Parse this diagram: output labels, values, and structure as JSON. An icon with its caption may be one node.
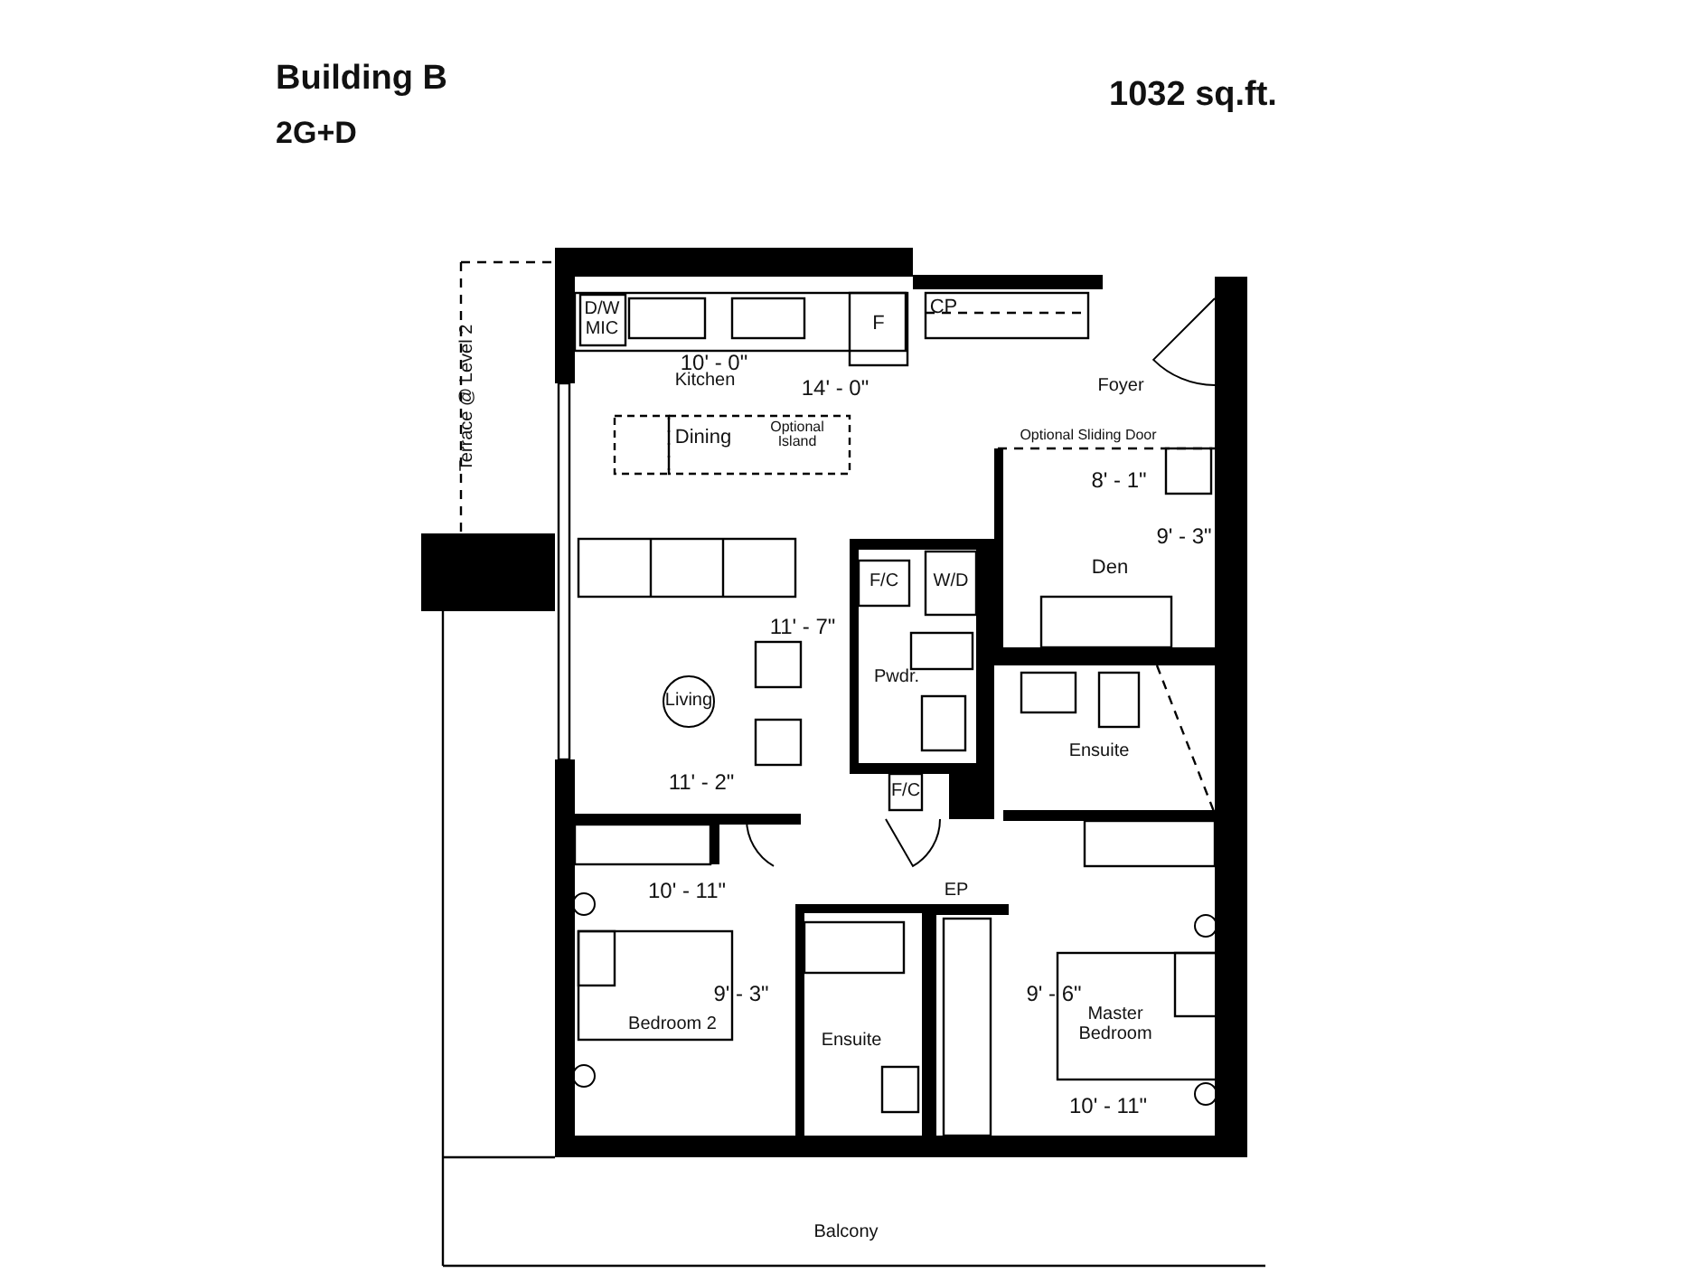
{
  "diagram": {
    "labels": [
      "Building B",
      "2G+D",
      "1032 sq.ft.",
      "D/W MIC",
      "CP",
      "F",
      "10' - 0\"",
      "Kitchen",
      "14' - 0\"",
      "Foyer",
      "Terrace @ Level 2",
      "Dining",
      "Optional Island",
      "Optional Sliding Door",
      "8' - 1\"",
      "9' - 3\"",
      "F/C",
      "W/D",
      "Den",
      "11' - 7\"",
      "Pwdr.",
      "Living",
      "Ensuite",
      "11' - 2\"",
      "F/C",
      "10' - 11\"",
      "EP",
      "9' - 3\"",
      "9' - 6\"",
      "Bedroom 2",
      "Ensuite",
      "Master Bedroom",
      "10' - 11\"",
      "Balcony"
    ]
  }
}
